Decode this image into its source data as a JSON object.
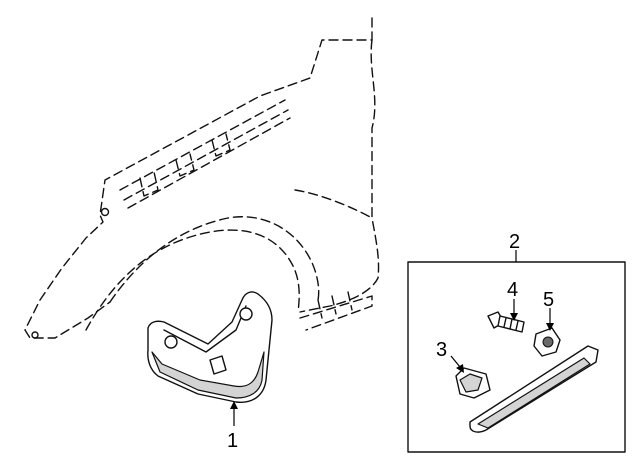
{
  "diagram": {
    "callouts": {
      "mud_flap": "1",
      "kit": "2",
      "clip": "3",
      "bolt": "4",
      "nut": "5"
    }
  }
}
